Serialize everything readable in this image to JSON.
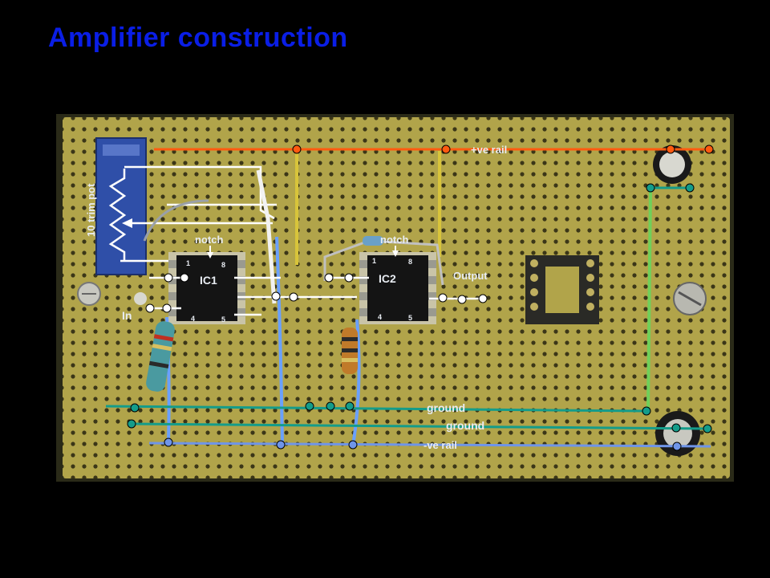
{
  "slide": {
    "title": "Amplifier construction"
  },
  "colors": {
    "title": "#0a1ee6",
    "background": "#000000",
    "board": "#b3a64a",
    "positive_rail": "#ff5a10",
    "ground_rail": "#149c8a",
    "negative_rail": "#6f95e8",
    "annotation": "#ffffff"
  },
  "labels": {
    "trim_pot": "10 trim pot",
    "notch_ic1": "notch",
    "notch_ic2": "notch",
    "ic1": "IC1",
    "ic2": "IC2",
    "input": "In",
    "output": "Output",
    "positive_rail": "+ve rail",
    "ground_1": "ground",
    "ground_2": "ground",
    "negative_rail": "-ve rail"
  },
  "pins": {
    "ic1": {
      "p1": "1",
      "p8": "8",
      "p4": "4",
      "p5": "5"
    },
    "ic2": {
      "p1": "1",
      "p8": "8",
      "p4": "4",
      "p5": "5"
    }
  }
}
